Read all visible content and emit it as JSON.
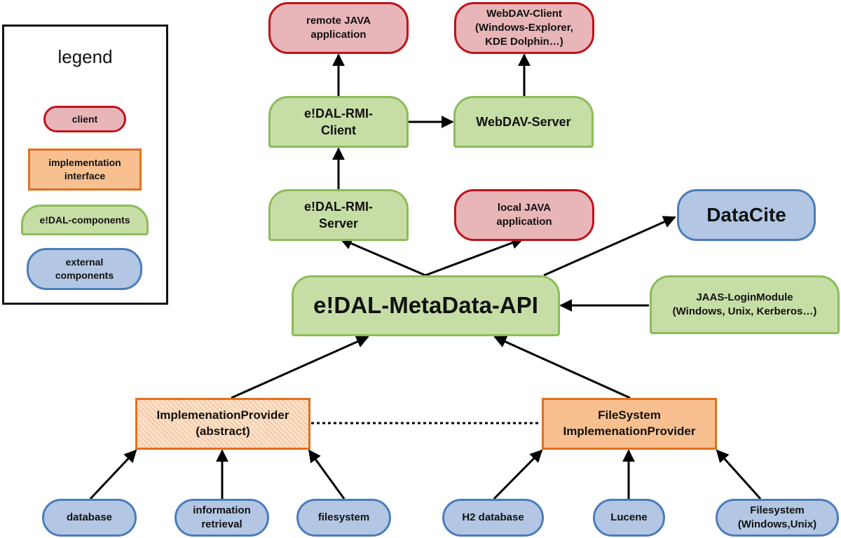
{
  "legend": {
    "title": "legend",
    "items": {
      "client": "client",
      "implementation": "implementation\ninterface",
      "edal": "e!DAL-components",
      "external": "external\ncomponents"
    }
  },
  "nodes": {
    "remote_java": "remote JAVA\napplication",
    "webdav_client": "WebDAV-Client\n(Windows-Explorer,\nKDE Dolphin…)",
    "rmi_client": "e!DAL-RMI-\nClient",
    "webdav_server": "WebDAV-Server",
    "rmi_server": "e!DAL-RMI-\nServer",
    "local_java": "local JAVA\napplication",
    "datacite": "DataCite",
    "metadata_api": "e!DAL-MetaData-API",
    "jaas": "JAAS-LoginModule\n(Windows, Unix, Kerberos…)",
    "impl_provider": "ImplemenationProvider\n(abstract)",
    "fs_impl_provider": "FileSystem\nImplemenationProvider",
    "database": "database",
    "information_retrieval": "information\nretrieval",
    "filesystem": "filesystem",
    "h2_database": "H2 database",
    "lucene": "Lucene",
    "filesystem_os": "Filesystem\n(Windows,Unix)"
  },
  "colors": {
    "client_fill": "#e8b6b8",
    "client_border": "#c0121c",
    "edal_fill": "#c6dea6",
    "edal_border": "#8cbc58",
    "external_fill": "#b3c7e4",
    "external_border": "#4a7cbc",
    "impl_fill": "#f8c090",
    "impl_border": "#e0701e"
  }
}
